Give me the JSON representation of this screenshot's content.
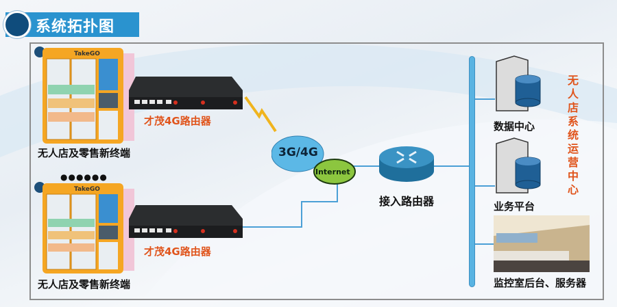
{
  "header": {
    "title": "系统拓扑图"
  },
  "terminals": [
    {
      "label": "无人店及零售新终端",
      "brand_text": "TakeGO"
    },
    {
      "label": "无人店及零售新终端",
      "brand_text": "TakeGO"
    }
  ],
  "ellipsis": "●●●●●●",
  "routers_4g": [
    {
      "label": "才茂4G路由器"
    },
    {
      "label": "才茂4G路由器"
    }
  ],
  "network": {
    "cellular_cloud": "3G/4G",
    "internet_cloud": "Internet"
  },
  "access_router": {
    "label": "接入路由器"
  },
  "servers": [
    {
      "label": "数据中心"
    },
    {
      "label": "业务平台"
    }
  ],
  "monitor_room": {
    "label": "监控室后台、服务器"
  },
  "ops_center": {
    "label": "无人店系统运营中心"
  },
  "colors": {
    "title_bar": "#2a93cf",
    "title_circle": "#0f4c7c",
    "orange_label": "#e0541b",
    "link_line": "#4a9fd6",
    "cloud_blue": "#5cb8e6",
    "cloud_green": "#8cc63f"
  }
}
